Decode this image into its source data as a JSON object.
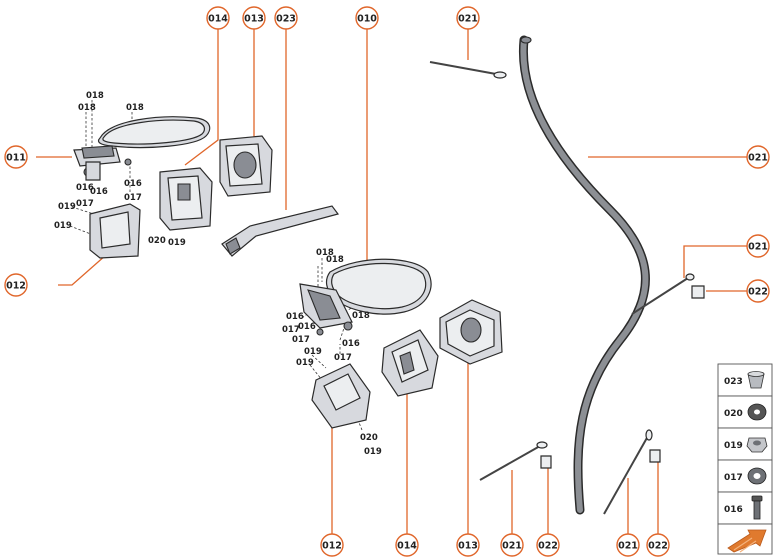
{
  "callouts": {
    "c011": "011",
    "c012a": "012",
    "c014a": "014",
    "c013a": "013",
    "c023": "023",
    "c010": "010",
    "c021top": "021",
    "c021hose": "021",
    "c021right": "021",
    "c022right": "022",
    "c012b": "012",
    "c014b": "014",
    "c013b": "013",
    "c021b1": "021",
    "c022b1": "022",
    "c021b2": "021",
    "c022b2": "022"
  },
  "refs": {
    "a018_1": "018",
    "a018_2": "018",
    "a018_3": "018",
    "a016_1": "016",
    "a016_2": "016",
    "a016_3": "016",
    "a017_1": "017",
    "a017_2": "017",
    "a019_1": "019",
    "a019_2": "019",
    "a020": "020",
    "a019_3": "019",
    "b018_1": "018",
    "b018_2": "018",
    "b018_3": "018",
    "b016_1": "016",
    "b016_2": "016",
    "b016_3": "016",
    "b017_1": "017",
    "b017_2": "017",
    "b017_3": "017",
    "b019_1": "019",
    "b019_2": "019",
    "b020": "020",
    "b019_3": "019"
  },
  "legend": [
    {
      "code": "023",
      "icon": "grommet-icon"
    },
    {
      "code": "020",
      "icon": "washer-icon"
    },
    {
      "code": "019",
      "icon": "nut-icon"
    },
    {
      "code": "017",
      "icon": "flat-washer-icon"
    },
    {
      "code": "016",
      "icon": "bolt-icon"
    }
  ],
  "colors": {
    "accent": "#e0662a",
    "arrow": "#e07a2e"
  }
}
